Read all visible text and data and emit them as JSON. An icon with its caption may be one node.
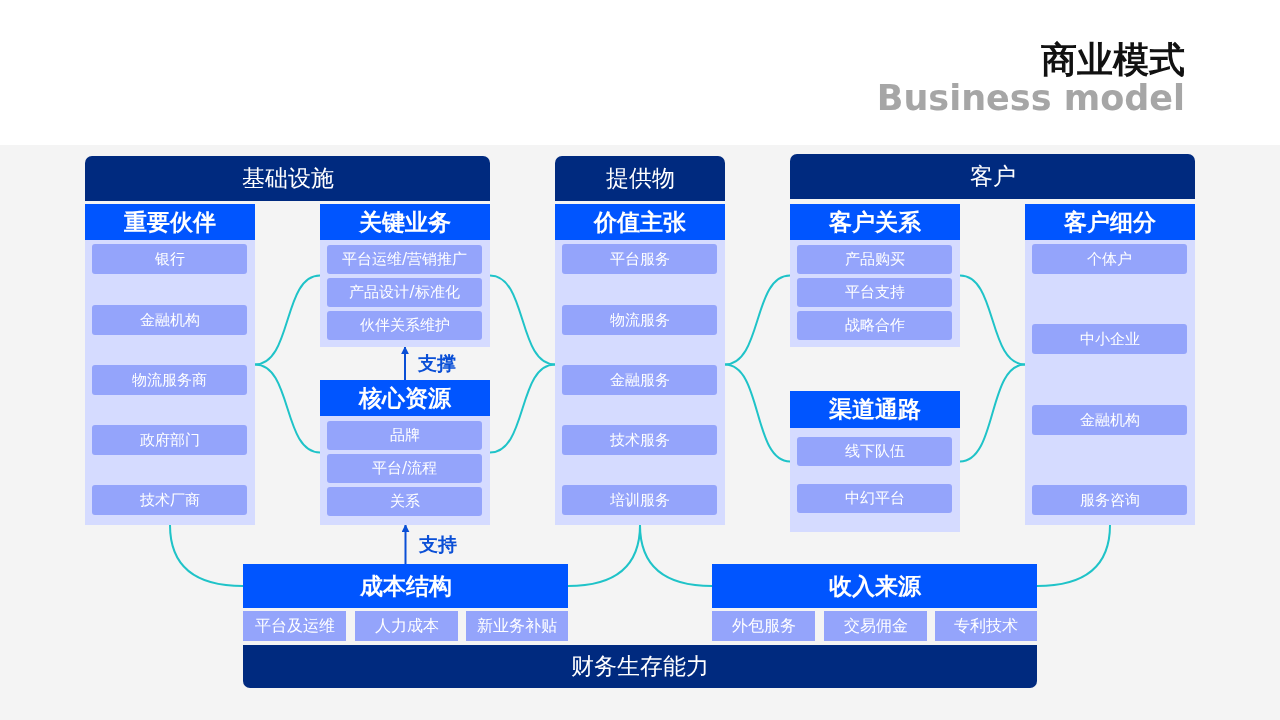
{
  "diagram": {
    "title": "商业模式",
    "nodes": [
      {
        "text": [
          "基础设施"
        ]
      },
      {
        "text": [
          "提供物"
        ]
      },
      {
        "text": [
          "客户"
        ]
      },
      {
        "text": [
          "重要伙伴"
        ]
      },
      {
        "text": [
          "银行"
        ],
        "in": 3
      },
      {
        "text": [
          "金融机构"
        ],
        "in": 3
      },
      {
        "text": [
          "物流服务商"
        ],
        "in": 3
      },
      {
        "text": [
          "政府部门"
        ],
        "in": 3
      },
      {
        "text": [
          "技术厂商"
        ],
        "in": 3
      },
      {
        "text": [
          "关键业务"
        ]
      },
      {
        "text": [
          "平台运维/营销推广"
        ],
        "in": 9
      },
      {
        "text": [
          "产品设计/标准化"
        ],
        "in": 9
      },
      {
        "text": [
          "伙伴关系维护"
        ],
        "in": 9
      },
      {
        "text": [
          "核心资源"
        ]
      },
      {
        "text": [
          "品牌"
        ],
        "in": 13
      },
      {
        "text": [
          "平台/流程"
        ],
        "in": 13
      },
      {
        "text": [
          "关系"
        ],
        "in": 13
      },
      {
        "text": [
          "价值主张"
        ]
      },
      {
        "text": [
          "平台服务"
        ],
        "in": 17
      },
      {
        "text": [
          "物流服务"
        ],
        "in": 17
      },
      {
        "text": [
          "金融服务"
        ],
        "in": 17
      },
      {
        "text": [
          "技术服务"
        ],
        "in": 17
      },
      {
        "text": [
          "培训服务"
        ],
        "in": 17
      },
      {
        "text": [
          "客户关系"
        ]
      },
      {
        "text": [
          "产品购买"
        ],
        "in": 23
      },
      {
        "text": [
          "平台支持"
        ],
        "in": 23
      },
      {
        "text": [
          "战略合作"
        ],
        "in": 23
      },
      {
        "text": [
          "渠道通路"
        ]
      },
      {
        "text": [
          "线下队伍"
        ],
        "in": 27
      },
      {
        "text": [
          "中幻平台"
        ],
        "in": 27
      },
      {
        "text": [
          "客户细分"
        ]
      },
      {
        "text": [
          "个体户"
        ],
        "in": 30
      },
      {
        "text": [
          "中小企业"
        ],
        "in": 30
      },
      {
        "text": [
          "金融机构"
        ],
        "in": 30
      },
      {
        "text": [
          "服务咨询"
        ],
        "in": 30
      },
      {
        "text": [
          "成本结构"
        ]
      },
      {
        "text": [
          "平台及运维"
        ]
      },
      {
        "text": [
          "人力成本"
        ]
      },
      {
        "text": [
          "新业务补贴"
        ]
      },
      {
        "text": [
          "收入来源"
        ]
      },
      {
        "text": [
          "外包服务"
        ]
      },
      {
        "text": [
          "交易佣金"
        ]
      },
      {
        "text": [
          "专利技术"
        ]
      },
      {
        "text": [
          "财务生存能力"
        ]
      }
    ],
    "edges": [
      {
        "from": 3,
        "to": 9,
        "arrow": "none"
      },
      {
        "from": 3,
        "to": 13,
        "arrow": "none"
      },
      {
        "from": 9,
        "to": 17,
        "arrow": "none"
      },
      {
        "from": 13,
        "to": 17,
        "arrow": "none"
      },
      {
        "from": 17,
        "to": 23,
        "arrow": "none"
      },
      {
        "from": 17,
        "to": 27,
        "arrow": "none"
      },
      {
        "from": 23,
        "to": 30,
        "arrow": "none"
      },
      {
        "from": 27,
        "to": 30,
        "arrow": "none"
      },
      {
        "from": 3,
        "to": 35,
        "arrow": "none"
      },
      {
        "from": 17,
        "to": 35,
        "arrow": "none"
      },
      {
        "from": 17,
        "to": 39,
        "arrow": "none"
      },
      {
        "from": 30,
        "to": 39,
        "arrow": "none"
      },
      {
        "from": 13,
        "to": 9,
        "arrow": "to",
        "label": "支撑",
        "color": "#0a4fd6"
      },
      {
        "from": 35,
        "to": 13,
        "arrow": "to",
        "label": "支持",
        "color": "#0a4fd6"
      }
    ],
    "labels": [
      "Business model"
    ]
  }
}
